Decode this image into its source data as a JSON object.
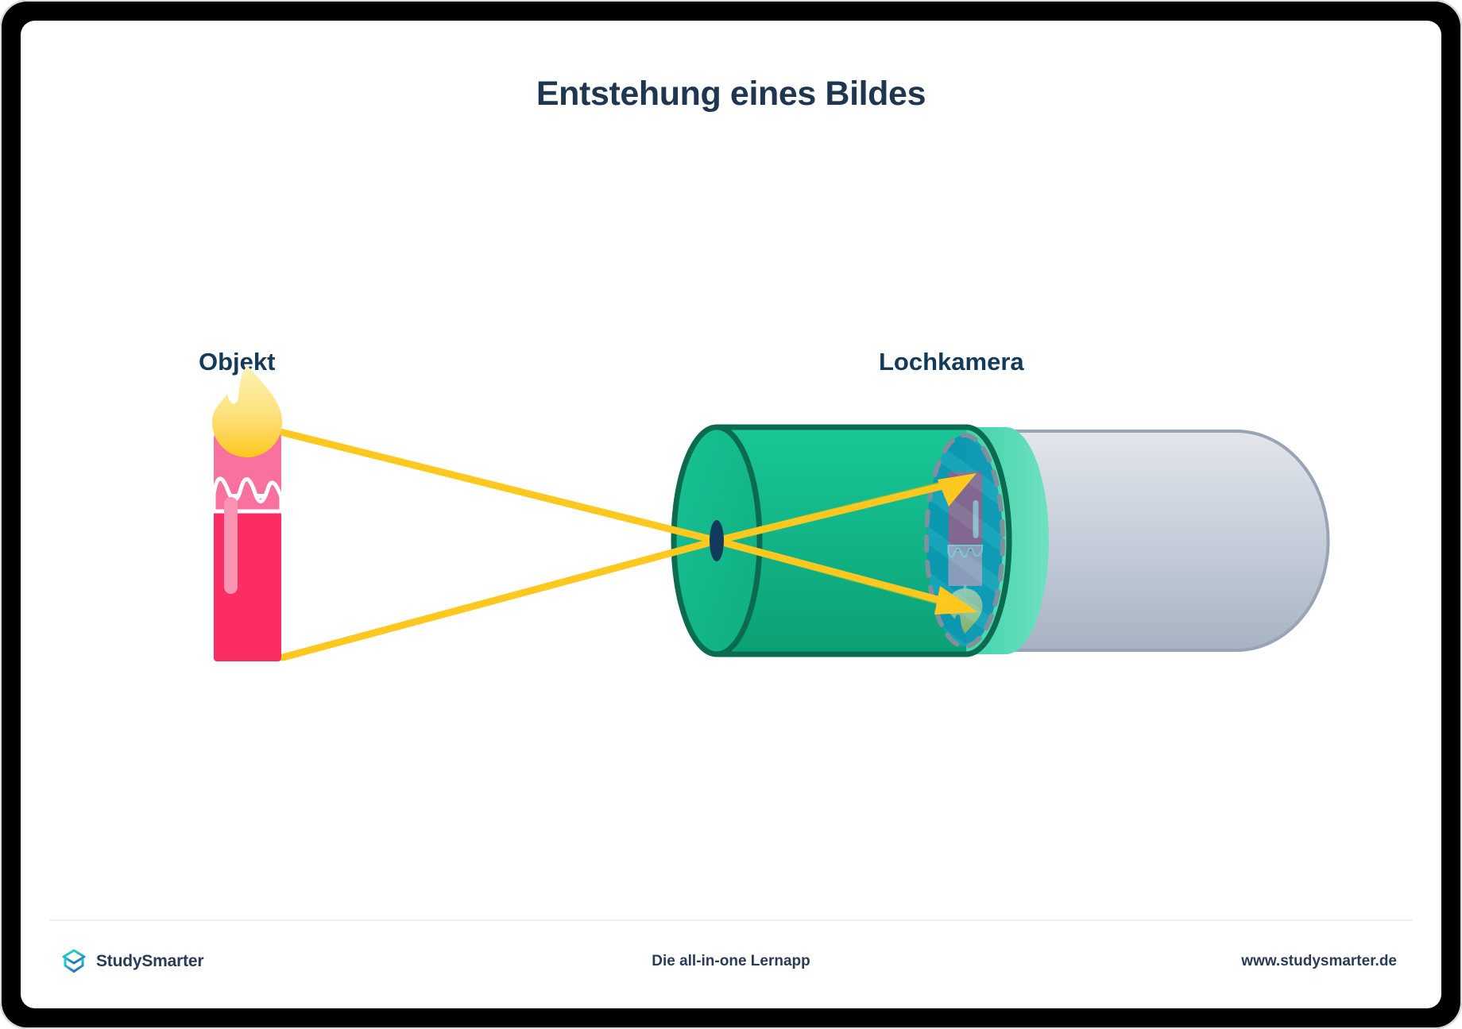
{
  "slide": {
    "title": "Entstehung eines Bildes",
    "labels": {
      "object": "Objekt",
      "camera": "Lochkamera"
    }
  },
  "diagram": {
    "type": "optics-ray-diagram",
    "description": "Pinhole camera (Lochkamera) forming an inverted image of a candle",
    "object_icon": "candle-icon",
    "image_icon": "inverted-candle-icon",
    "pinhole_icon": "pinhole-icon",
    "ray_count": 2,
    "rays": [
      {
        "name": "ray-from-flame",
        "from": "candle-flame-top",
        "to": "screen-image-bottom-inverted"
      },
      {
        "name": "ray-from-base",
        "from": "candle-base-bottom",
        "to": "screen-image-top-inverted"
      }
    ],
    "colors": {
      "ray": "#FFC81E",
      "ray_inside_tube": "#6DBF4E",
      "tube_body": "#14B98A",
      "tube_body_dark": "#0FA57C",
      "tube_outline": "#0A6B4E",
      "tube_cap": "#16BD8E",
      "back_tube_light": "#DFE3EA",
      "back_tube_dark": "#A9B4C4",
      "back_tube_outline": "#93A0B2",
      "screen_overlay": "#1796B4",
      "screen_dashed_outline": "#7E909B",
      "candle_body": "#FB2D63",
      "candle_wax_top": "#F9719F",
      "candle_drip": "#FB93B4",
      "candle_wick": "#B6BEC6",
      "flame_top": "#FDF1AA",
      "flame_bottom": "#FBC825",
      "pinhole": "#123A5C",
      "title_text": "#1E364F",
      "label_text": "#123A5C"
    }
  },
  "footer": {
    "logo_icon": "studysmarter-box-logo-icon",
    "logo_text": "StudySmarter",
    "tagline": "Die all-in-one Lernapp",
    "website": "www.studysmarter.de"
  }
}
